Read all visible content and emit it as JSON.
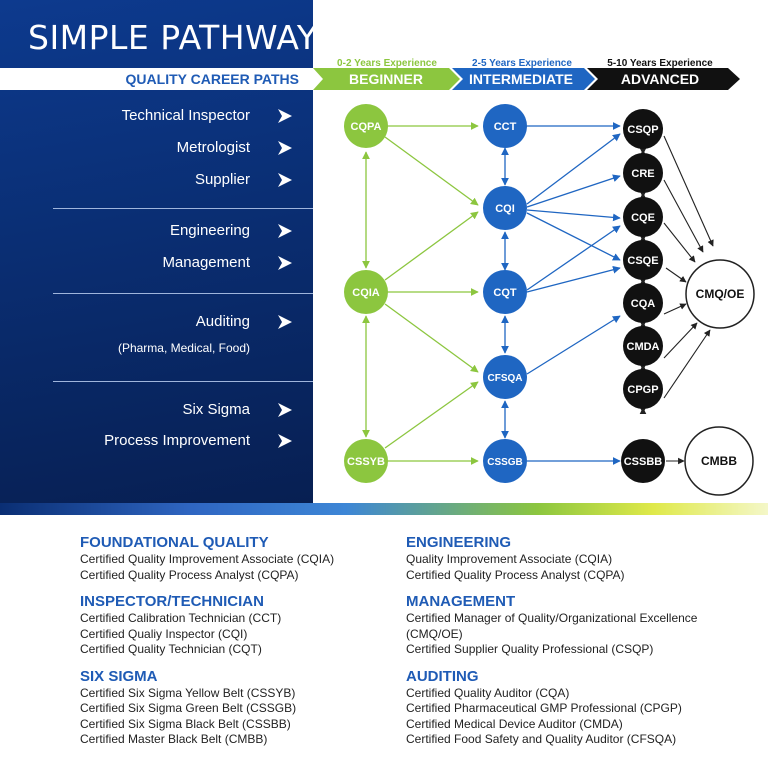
{
  "title": "SIMPLE PATHWAYS",
  "subtitle": "QUALITY CAREER PATHS",
  "stages": [
    {
      "label": "BEGINNER",
      "experience": "0-2 Years Experience",
      "color": "#8cc63f"
    },
    {
      "label": "INTERMEDIATE",
      "experience": "2-5 Years Experience",
      "color": "#1f66c2"
    },
    {
      "label": "ADVANCED",
      "experience": "5-10 Years Experience",
      "color": "#111111"
    }
  ],
  "careers": [
    {
      "label": "Technical Inspector"
    },
    {
      "label": "Metrologist"
    },
    {
      "label": "Supplier"
    },
    {
      "label": "Engineering"
    },
    {
      "label": "Management"
    },
    {
      "label": "Auditing"
    },
    {
      "label": "(Pharma, Medical, Food)"
    },
    {
      "label": "Six Sigma"
    },
    {
      "label": "Process Improvement"
    }
  ],
  "nodes": {
    "beginner": [
      "CQPA",
      "CQIA",
      "CSSYB"
    ],
    "intermediate": [
      "CCT",
      "CQI",
      "CQT",
      "CFSQA",
      "CSSGB"
    ],
    "advanced": [
      "CSQP",
      "CRE",
      "CQE",
      "CSQE",
      "CQA",
      "CMDA",
      "CPGP",
      "CSSBB"
    ],
    "final": [
      "CMQ/OE",
      "CMBB"
    ]
  },
  "legend": {
    "left": [
      {
        "heading": "FOUNDATIONAL QUALITY",
        "items": [
          "Certified Quality Improvement Associate (CQIA)",
          "Certified Quality Process Analyst (CQPA)"
        ]
      },
      {
        "heading": "INSPECTOR/TECHNICIAN",
        "items": [
          "Certified Calibration Technician (CCT)",
          "Certified Qualiy Inspector (CQI)",
          "Certified Quality Technician (CQT)"
        ]
      },
      {
        "heading": "SIX SIGMA",
        "items": [
          "Certified Six Sigma Yellow Belt (CSSYB)",
          "Certified Six Sigma Green Belt (CSSGB)",
          "Certified Six Sigma Black Belt (CSSBB)",
          "Certified Master Black Belt (CMBB)"
        ]
      }
    ],
    "right": [
      {
        "heading": "ENGINEERING",
        "items": [
          "Quality Improvement Associate (CQIA)",
          "Certified Quality Process Analyst (CQPA)"
        ]
      },
      {
        "heading": "MANAGEMENT",
        "items": [
          "Certified Manager of Quality/Organizational Excellence",
          "(CMQ/OE)",
          "Certified Supplier Quality Professional (CSQP)"
        ]
      },
      {
        "heading": "AUDITING",
        "items": [
          "Certified Quality Auditor (CQA)",
          "Certified Pharmaceutical GMP Professional (CPGP)",
          "Certified Medical Device Auditor (CMDA)",
          "Certified Food Safety and Quality Auditor (CFSQA)"
        ]
      }
    ]
  }
}
